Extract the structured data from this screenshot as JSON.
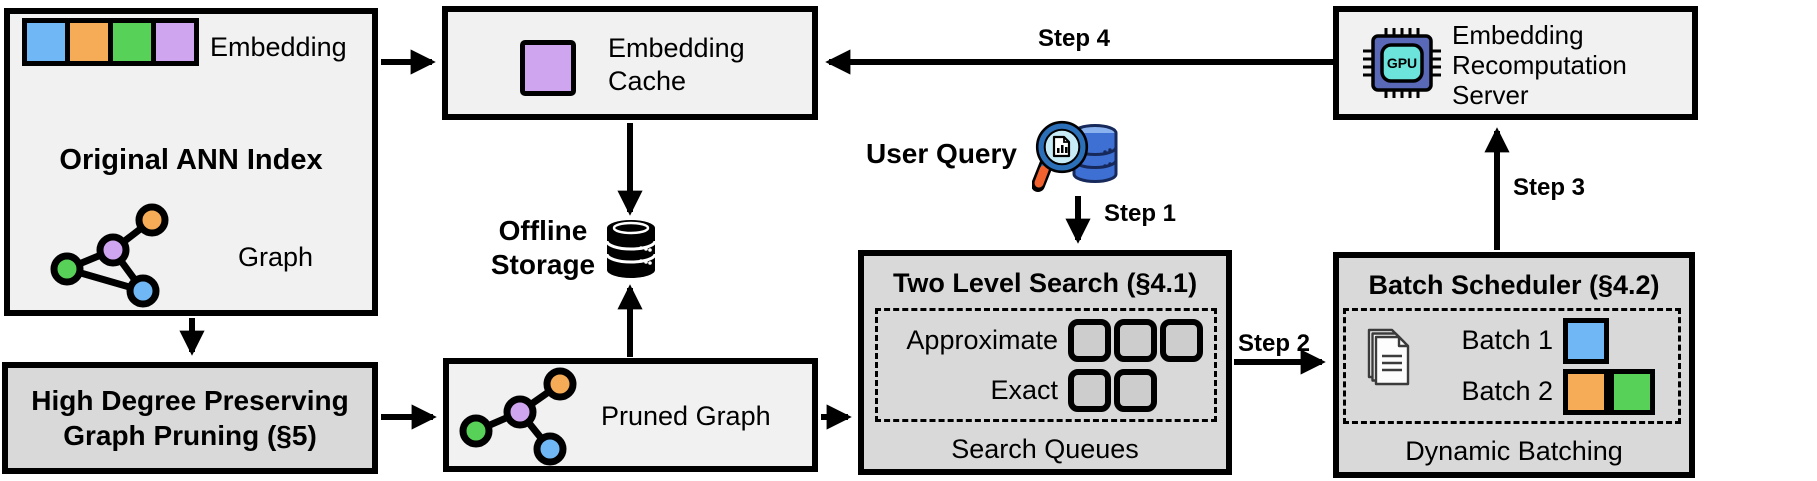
{
  "palette": {
    "blue": "#6FB7F5",
    "orange": "#F6AB57",
    "green": "#57D157",
    "purple": "#CFA5EF",
    "box_light": "#F1F1F1",
    "box_gray": "#D9D9D9",
    "slot_fill": "#CDCDCD",
    "gpu_body": "#5A68B8",
    "gpu_screen": "#6CE4DC",
    "db_blue": "#3E6FD2",
    "db_blue_light": "#8AB2EE",
    "db_outline": "#16295A",
    "magnifier_rim": "#2B6FB9",
    "lens_fill": "#C7ECF8",
    "handle_orange": "#F2622E",
    "doc_outline": "#3B3B3B"
  },
  "boxes": {
    "original_ann_index": {
      "title": "Original ANN Index",
      "embedding_label": "Embedding",
      "graph_label": "Graph",
      "embedding_cells": [
        "blue",
        "orange",
        "green",
        "purple"
      ]
    },
    "embedding_cache": {
      "label": "Embedding Cache"
    },
    "embedding_recomputation_server": {
      "label": "Embedding Recomputation Server",
      "gpu_text": "GPU"
    },
    "high_degree_pruning": {
      "label": "High Degree Preserving Graph Pruning (§5)"
    },
    "pruned_graph": {
      "label": "Pruned Graph"
    },
    "two_level_search": {
      "title": "Two Level Search (§4.1)",
      "queues": [
        {
          "label": "Approximate",
          "slots": 3
        },
        {
          "label": "Exact",
          "slots": 2
        }
      ],
      "caption": "Search Queues"
    },
    "batch_scheduler": {
      "title": "Batch Scheduler (§4.2)",
      "batches": [
        {
          "label": "Batch 1",
          "cells": [
            "blue"
          ]
        },
        {
          "label": "Batch 2",
          "cells": [
            "orange",
            "green"
          ]
        }
      ],
      "caption": "Dynamic Batching"
    }
  },
  "annotations": {
    "user_query": "User Query",
    "offline_storage": "Offline Storage",
    "step1": "Step 1",
    "step2": "Step 2",
    "step3": "Step 3",
    "step4": "Step 4"
  }
}
